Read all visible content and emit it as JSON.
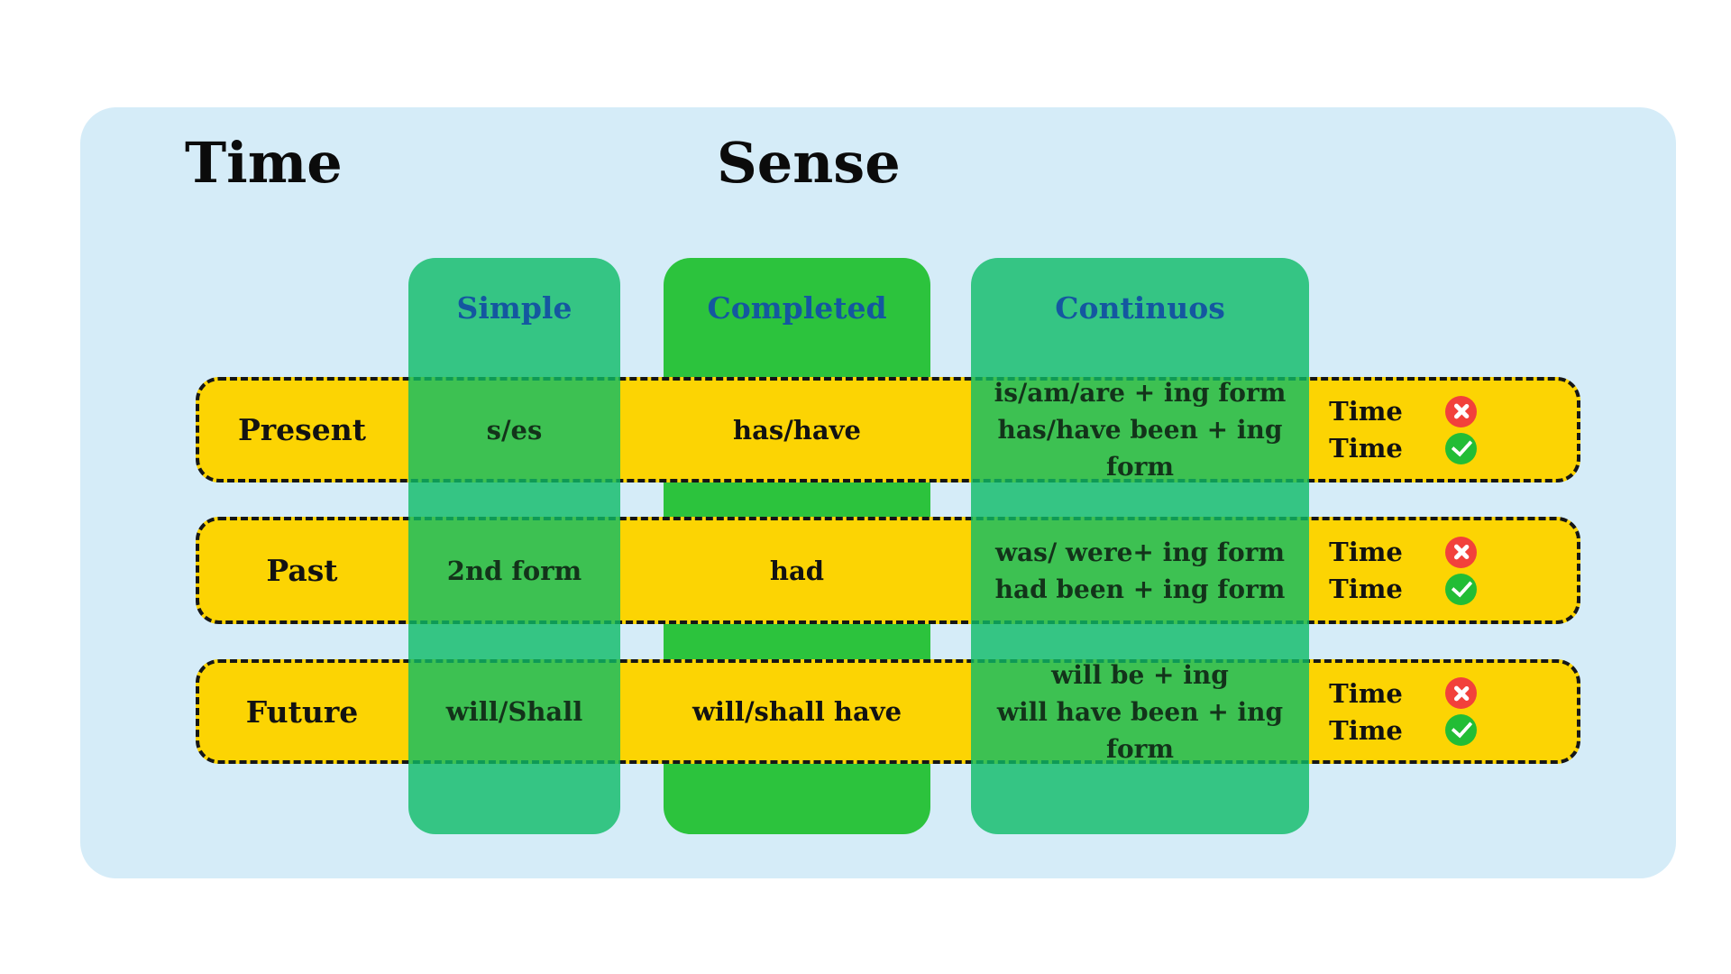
{
  "titles": {
    "time": "Time",
    "sense": "Sense"
  },
  "columns": [
    {
      "label": "Simple"
    },
    {
      "label": "Completed"
    },
    {
      "label": "Continuos"
    }
  ],
  "rows": [
    {
      "label": "Present",
      "simple": "s/es",
      "completed": "has/have",
      "continuous": [
        "is/am/are + ing form",
        "has/have been + ing form"
      ],
      "time": [
        {
          "label": "Time",
          "status": "not-allowed"
        },
        {
          "label": "Time",
          "status": "allowed"
        }
      ]
    },
    {
      "label": "Past",
      "simple": "2nd form",
      "completed": "had",
      "continuous": [
        "was/ were+ ing form",
        "had been + ing form"
      ],
      "time": [
        {
          "label": "Time",
          "status": "not-allowed"
        },
        {
          "label": "Time",
          "status": "allowed"
        }
      ]
    },
    {
      "label": "Future",
      "simple": "will/Shall",
      "completed": "will/shall have",
      "continuous": [
        "will be + ing",
        "will have been + ing form"
      ],
      "time": [
        {
          "label": "Time",
          "status": "not-allowed"
        },
        {
          "label": "Time",
          "status": "allowed"
        }
      ]
    }
  ],
  "icons": {
    "cross": "cross-in-red-circle",
    "check": "check-in-green-circle"
  },
  "colors": {
    "background": "#ffffff",
    "panel": "#d5ecf8",
    "row_yellow": "#fcd403",
    "column_teal": "#0dbc66",
    "column_green": "#2cc33d",
    "header_blue": "#1457a0",
    "cross_red": "#f2413b",
    "check_green": "#22bd35",
    "ink": "#121212",
    "ink_on_green": "#13331a"
  }
}
